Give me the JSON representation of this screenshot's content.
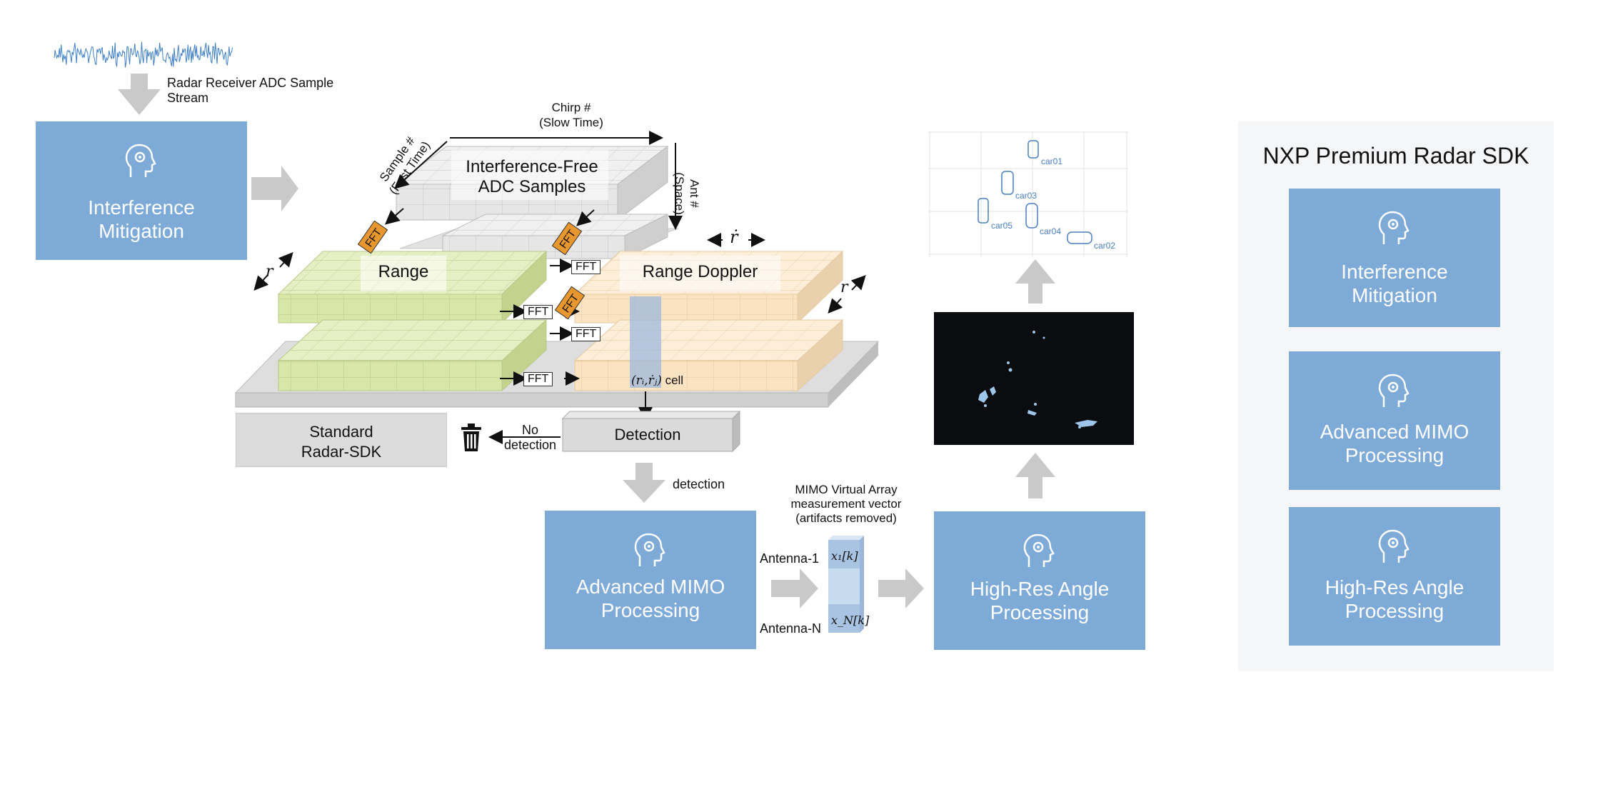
{
  "input": {
    "stream_label_line1": "Radar Receiver ADC Sample",
    "stream_label_line2": "Stream"
  },
  "boxes": {
    "interference_mitigation": [
      "Interference",
      "Mitigation"
    ],
    "advanced_mimo": [
      "Advanced MIMO",
      "Processing"
    ],
    "high_res_angle": [
      "High-Res Angle",
      "Processing"
    ],
    "standard_sdk": [
      "Standard",
      "Radar-SDK"
    ],
    "detection": "Detection"
  },
  "cube": {
    "interference_free": [
      "Interference-Free",
      "ADC Samples"
    ],
    "range": "Range",
    "range_doppler": "Range Doppler",
    "fft": "FFT",
    "axis_sample": [
      "Sample #",
      "(Fast Time)"
    ],
    "axis_chirp": [
      "Chirp #",
      "(Slow Time)"
    ],
    "axis_ant": [
      "Ant #",
      "(Space)"
    ],
    "r_symbol": "r",
    "rdot_symbol": "ṙ",
    "cell_label": "cell",
    "cell_math": "(rᵢ,ṙⱼ)"
  },
  "labels": {
    "no_detection": [
      "No",
      "detection"
    ],
    "detection": "detection",
    "mimo_vector": [
      "MIMO Virtual Array",
      "measurement vector",
      "(artifacts removed)"
    ],
    "antenna_1": "Antenna-1",
    "antenna_n": "Antenna-N",
    "x1": "x₁[k]",
    "xn": "x_N[k]"
  },
  "tracking": {
    "cars": [
      "car01",
      "car03",
      "car05",
      "car04",
      "car02"
    ]
  },
  "sdk_panel": {
    "title": "NXP Premium Radar SDK",
    "items": [
      [
        "Interference",
        "Mitigation"
      ],
      [
        "Advanced MIMO",
        "Processing"
      ],
      [
        "High-Res Angle",
        "Processing"
      ]
    ]
  },
  "colors": {
    "blue_box": "#7eaad8",
    "grey_arrow": "#c9c9c9",
    "green_cube": "#d8e6a6",
    "peach_cube": "#fbe3c2",
    "grey_cube": "#e4e4e4",
    "fft_orange": "#e8962e",
    "car_blue": "#4a7fc1"
  }
}
